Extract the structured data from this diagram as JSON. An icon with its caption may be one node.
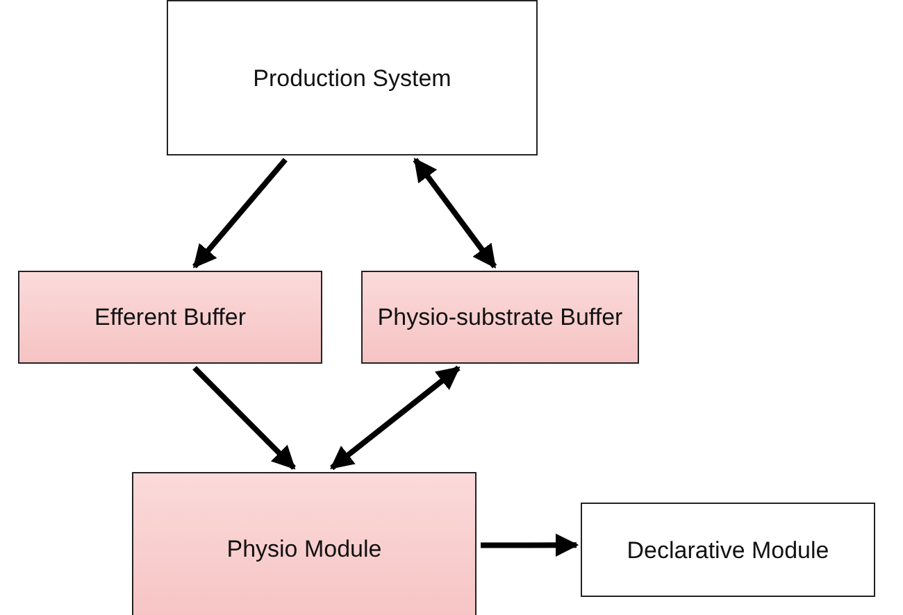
{
  "diagram": {
    "nodes": [
      {
        "text": [
          "Production System"
        ]
      },
      {
        "text": [
          "Efferent Buffer"
        ]
      },
      {
        "text": [
          "Physio-substrate Buffer"
        ]
      },
      {
        "text": [
          "Physio Module"
        ]
      },
      {
        "text": [
          "Declarative Module"
        ]
      }
    ],
    "edges": [
      {
        "from": 0,
        "to": 1,
        "arrow": "to"
      },
      {
        "from": 0,
        "to": 2,
        "arrow": "both"
      },
      {
        "from": 1,
        "to": 3,
        "arrow": "to"
      },
      {
        "from": 2,
        "to": 3,
        "arrow": "both"
      },
      {
        "from": 3,
        "to": 4,
        "arrow": "to"
      }
    ]
  }
}
